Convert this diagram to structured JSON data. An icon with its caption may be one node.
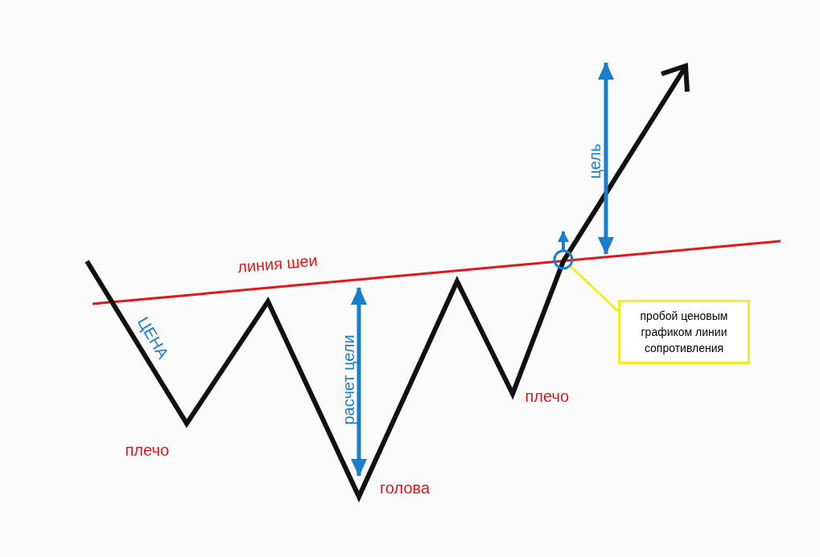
{
  "diagram": {
    "nodes": [
      {
        "text": [],
        "shape": "circle"
      },
      {
        "text": [
          "пробой ценовым графиком линии сопротивления"
        ]
      }
    ],
    "edges": [
      {
        "from": 1,
        "to": 0,
        "arrow": "none"
      }
    ],
    "labels": [
      "цель",
      "линия шеи",
      "ЦЕНА",
      "расчет цели",
      "плечо",
      "плечо",
      "голова"
    ]
  }
}
